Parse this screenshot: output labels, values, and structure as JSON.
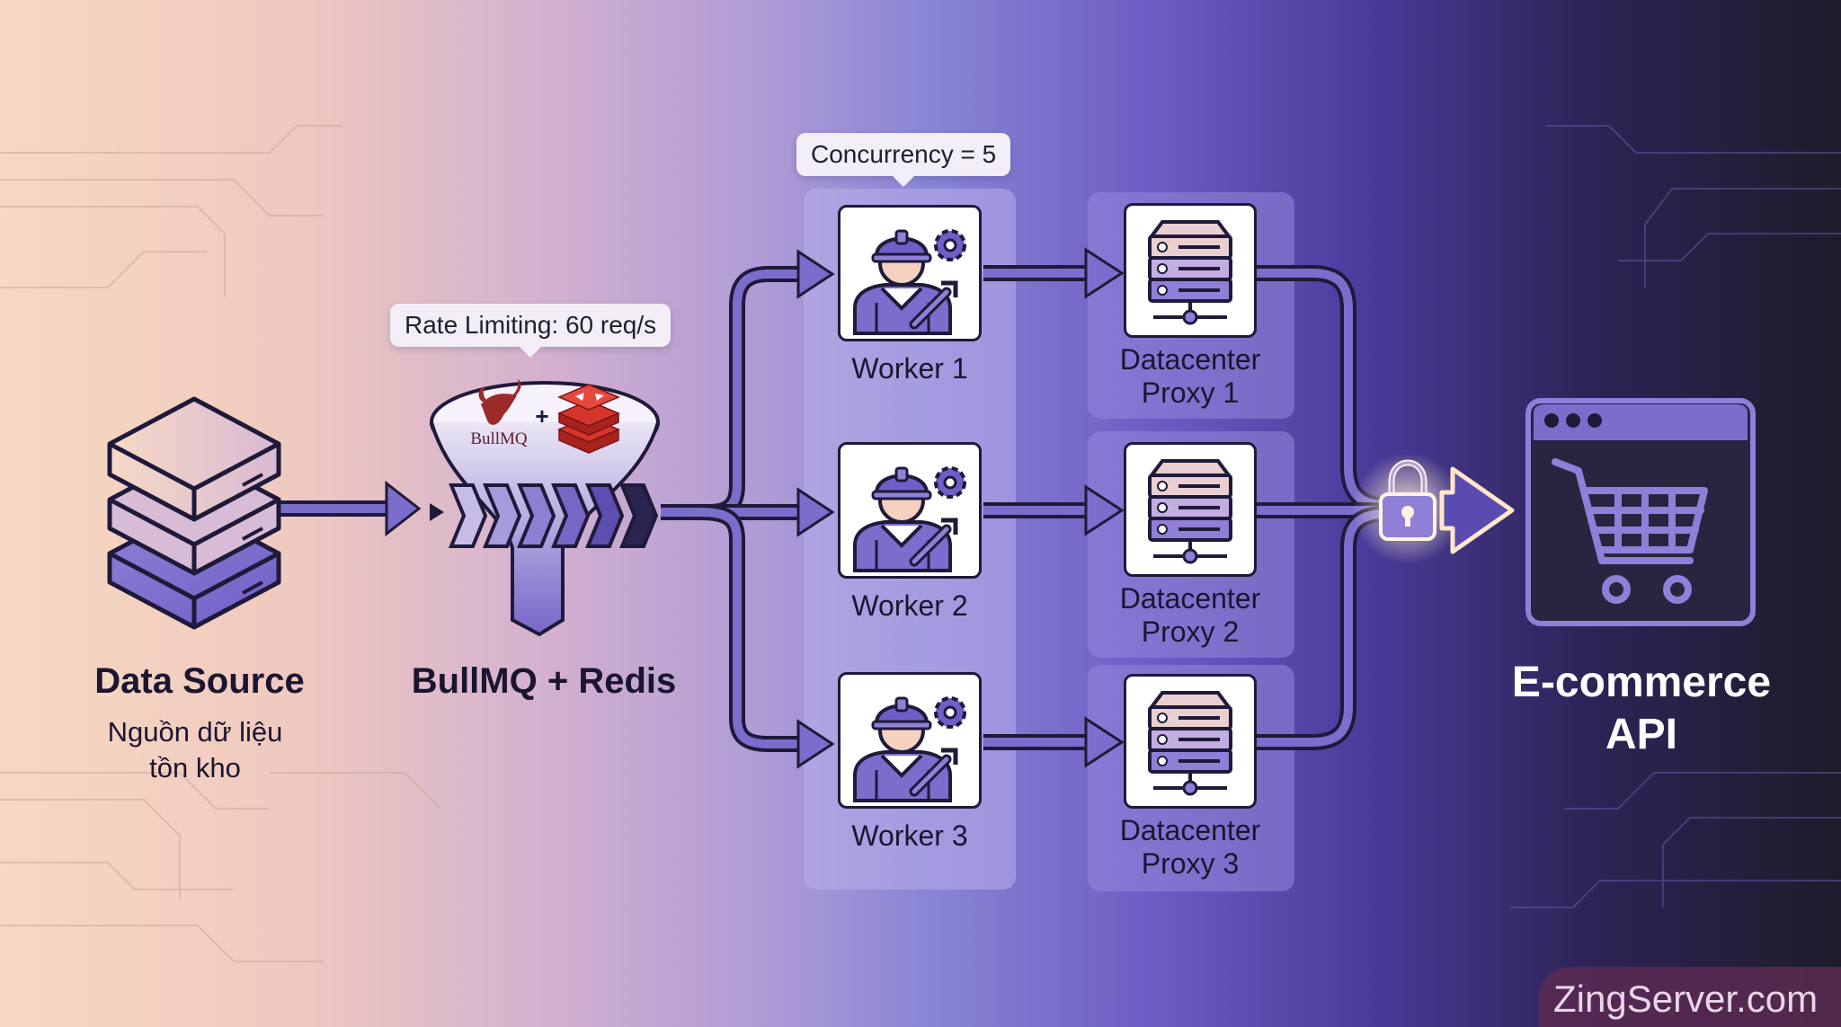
{
  "data_source": {
    "title": "Data Source",
    "subtitle_line1": "Nguồn dữ liệu",
    "subtitle_line2": "tồn kho"
  },
  "queue": {
    "title": "BullMQ + Redis",
    "rate_limit": "Rate Limiting: 60 req/s",
    "logo_text": "BullMQ",
    "plus": "+"
  },
  "workers": {
    "concurrency": "Concurrency = 5",
    "items": [
      {
        "label": "Worker 1"
      },
      {
        "label": "Worker 2"
      },
      {
        "label": "Worker 3"
      }
    ]
  },
  "proxies": {
    "items": [
      {
        "line1": "Datacenter",
        "line2": "Proxy 1"
      },
      {
        "line1": "Datacenter",
        "line2": "Proxy 2"
      },
      {
        "line1": "Datacenter",
        "line2": "Proxy 3"
      }
    ]
  },
  "api": {
    "line1": "E-commerce",
    "line2": "API"
  },
  "watermark": "ZingServer.com",
  "colors": {
    "accent": "#6e5fc6",
    "dark": "#1f1a3a",
    "redis": "#d6352e",
    "bull": "#9c2a2a"
  }
}
